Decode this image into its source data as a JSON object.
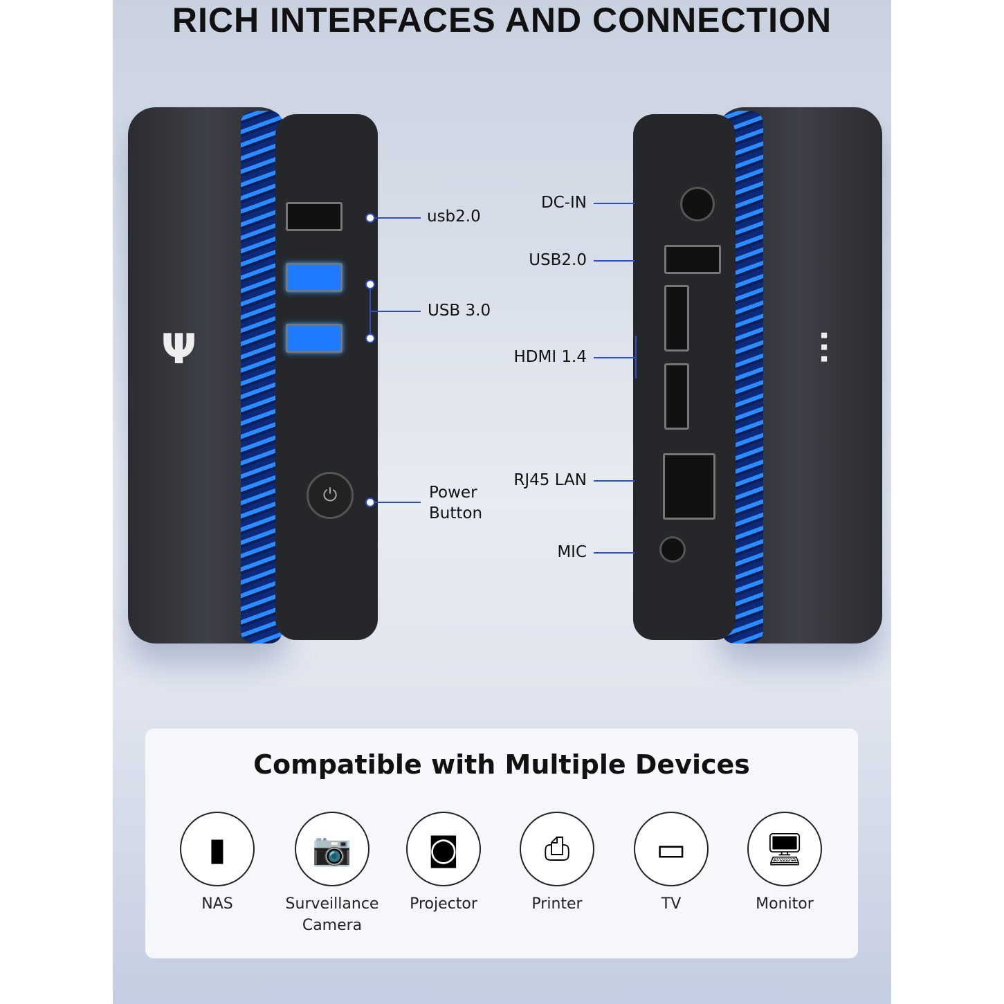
{
  "title": "RICH INTERFACES AND CONNECTION",
  "left_labels": {
    "usb2": "usb2.0",
    "usb3": "USB 3.0",
    "power": "Power Button"
  },
  "right_labels": {
    "dc": "DC-IN",
    "usb2": "USB2.0",
    "hdmi": "HDMI 1.4",
    "lan": "RJ45 LAN",
    "mic": "MIC"
  },
  "compat": {
    "title": "Compatible with Multiple Devices",
    "items": [
      {
        "label": "NAS",
        "icon": "nas-icon"
      },
      {
        "label": "Surveillance Camera",
        "icon": "camera-icon"
      },
      {
        "label": "Projector",
        "icon": "projector-icon"
      },
      {
        "label": "Printer",
        "icon": "printer-icon"
      },
      {
        "label": "TV",
        "icon": "tv-icon"
      },
      {
        "label": "Monitor",
        "icon": "monitor-icon"
      }
    ]
  },
  "colors": {
    "accent": "#2f4fb8",
    "fan": "#2c8bff"
  }
}
